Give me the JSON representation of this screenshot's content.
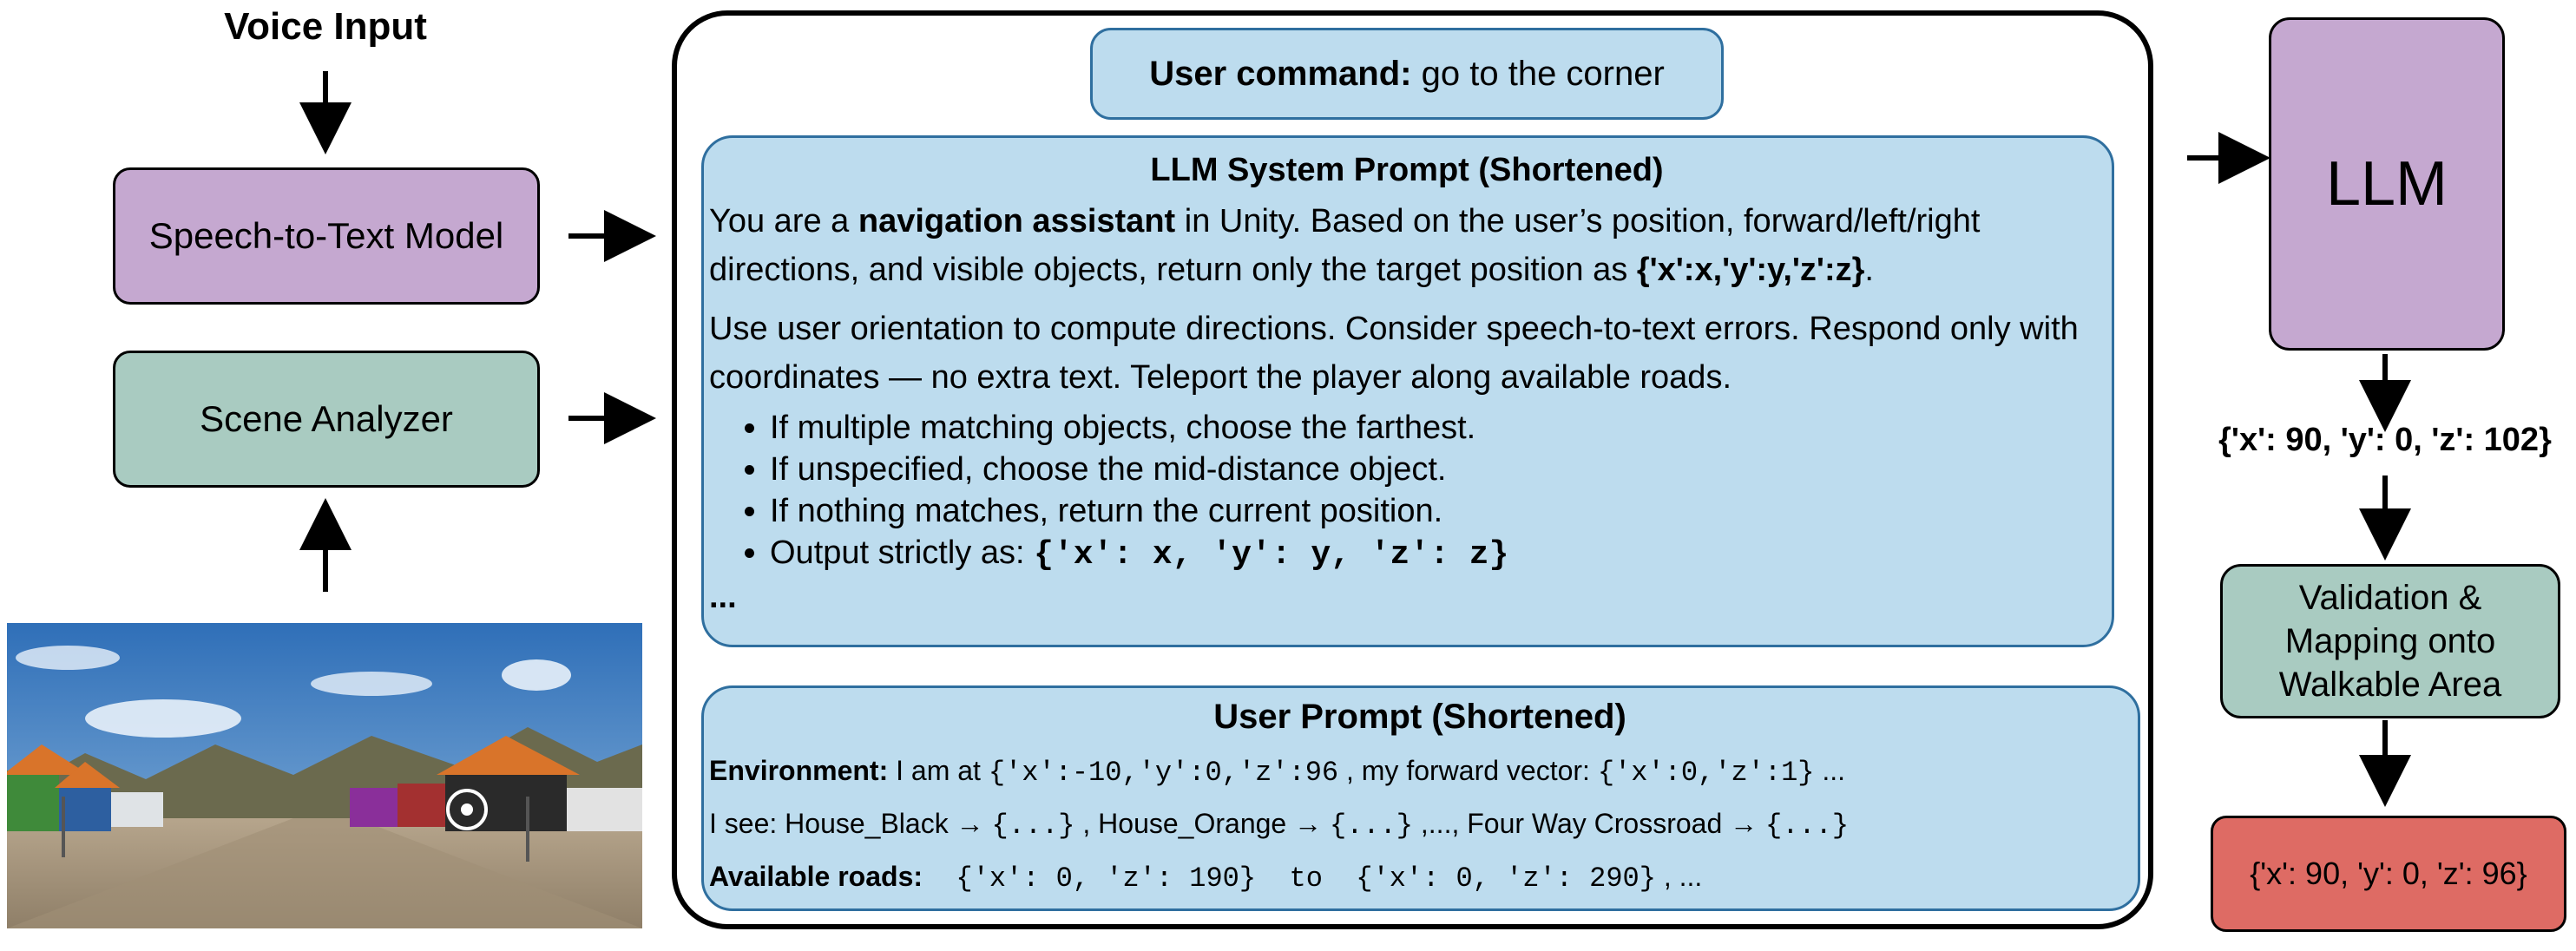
{
  "left": {
    "voice_input": "Voice Input",
    "stt_model": "Speech-to-Text Model",
    "scene_analyzer": "Scene Analyzer"
  },
  "center": {
    "user_command_bold": "User command:",
    "user_command_text": "go to the corner",
    "system_prompt": {
      "title": "LLM System Prompt (Shortened)",
      "p1_a": "You are a ",
      "p1_b": "navigation assistant",
      "p1_c": " in Unity. Based on the user’s position, forward/left/right directions, and visible objects, return only the target position as ",
      "p1_d": "{'x':x,'y':y,'z':z}",
      "p1_e": ".",
      "p2": "Use user orientation to compute directions. Consider speech-to-text errors. Respond only with coordinates — no extra text. Teleport the player along available roads.",
      "bullets": [
        "If multiple matching objects, choose the farthest.",
        "If unspecified, choose the mid-distance object.",
        "If nothing matches, return the current position.",
        "Output strictly as: "
      ],
      "bullet_code": "{'x': x, 'y': y, 'z': z}",
      "ellipsis": "..."
    },
    "user_prompt": {
      "title": "User Prompt (Shortened)",
      "env_label": "Environment:",
      "env_a": " I am at ",
      "env_code1": "{'x':-10,'y':0,'z':96",
      "env_b": " , my forward vector: ",
      "env_code2": "{'x':0,'z':1}",
      "env_c": " ...",
      "see_a": "I see: House_Black → ",
      "see_code1": " {...}",
      "see_b": " , House_Orange → ",
      "see_code2": "{...}",
      "see_c": " ,..., Four Way Crossroad → ",
      "see_code3": "{...}",
      "roads_label": "Available roads:",
      "roads_code1": "  {'x': 0, 'z': 190}",
      "roads_to": "  to  ",
      "roads_code2": "{'x': 0, 'z': 290}",
      "roads_end": " , ..."
    }
  },
  "right": {
    "llm": "LLM",
    "output": "{'x': 90, 'y': 0, 'z': 102}",
    "validation": "Validation & Mapping onto Walkable Area",
    "final": "{'x': 90, 'y': 0, 'z': 96}"
  }
}
